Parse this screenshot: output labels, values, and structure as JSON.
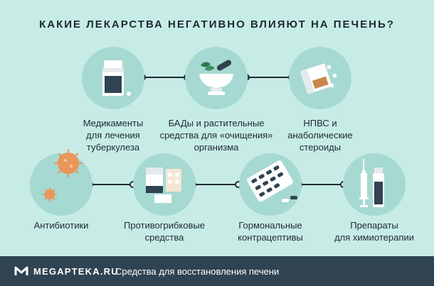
{
  "title": "КАКИЕ ЛЕКАРСТВА НЕГАТИВНО ВЛИЯЮТ НА ПЕЧЕНЬ?",
  "row1": [
    {
      "icon": "pill-bottle-icon",
      "lines": [
        "Медикаменты",
        "для лечения",
        "туберкулеза"
      ]
    },
    {
      "icon": "mortar-herbs-icon",
      "lines": [
        "БАДы и растительные",
        "средства для «очищения»",
        "организма"
      ]
    },
    {
      "icon": "pill-box-icon",
      "lines": [
        "НПВС и",
        "анаболические",
        "стероиды"
      ]
    }
  ],
  "row2": [
    {
      "icon": "virus-icon",
      "lines": [
        "Антибиотики"
      ]
    },
    {
      "icon": "tablet-box-icon",
      "lines": [
        "Противогрибковые",
        "средства"
      ]
    },
    {
      "icon": "pill-blister-icon",
      "lines": [
        "Гормональные",
        "контрацептивы"
      ]
    },
    {
      "icon": "syringe-vial-icon",
      "lines": [
        "Препараты",
        "для химиотерапии"
      ]
    }
  ],
  "footer": {
    "brand": "MEGAPTEKA.RU",
    "tagline": "Средства для восстановления печени",
    "logo_icon": "megapteka-logo-icon"
  },
  "colors": {
    "background": "#c7ece6",
    "circle": "#a6d9d1",
    "footer": "#2f4352",
    "text": "#1c2a33"
  }
}
